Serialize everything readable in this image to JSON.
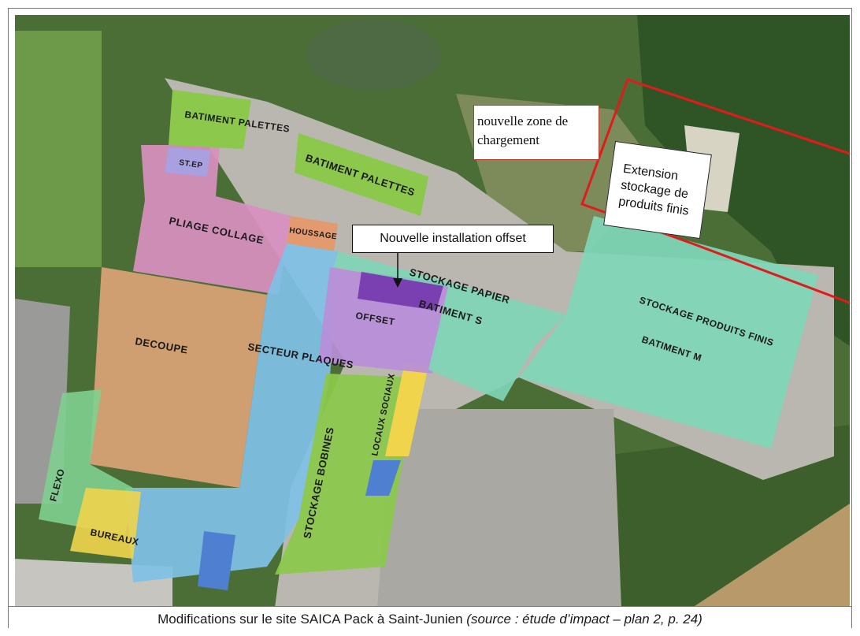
{
  "callouts": {
    "loading_zone": "nouvelle zone de chargement",
    "extension": "Extension stockage de produits finis",
    "offset": "Nouvelle installation offset"
  },
  "zones": {
    "batiment_palettes_1": "BATIMENT PALETTES",
    "step": "ST.EP",
    "batiment_palettes_2": "BATIMENT PALETTES",
    "pliage_collage": "PLIAGE COLLAGE",
    "houssage": "HOUSSAGE",
    "stockage_papier": "STOCKAGE PAPIER",
    "batiment_s": "BATIMENT S",
    "offset": "OFFSET",
    "decoupe": "DECOUPE",
    "secteur_plaques": "SECTEUR PLAQUES",
    "locaux_sociaux": "LOCAUX SOCIAUX",
    "stockage_bobines": "STOCKAGE BOBINES",
    "flexo": "FLEXO",
    "bureaux": "BUREAUX",
    "stockage_produits_finis": "STOCKAGE PRODUITS FINIS",
    "batiment_m": "BATIMENT M"
  },
  "caption": {
    "main": "Modifications sur le site SAICA Pack à Saint-Junien ",
    "source": "(source : étude d’impact – plan 2, p. 24)"
  },
  "colors": {
    "vegetation": "#3f6a2e",
    "forest": "#2b4d22",
    "pink": "#d98fc0",
    "orange": "#d9a176",
    "blue": "#7fc0e6",
    "green": "#8cc84b",
    "teal": "#7fd6b8",
    "purple": "#9b5bc2",
    "yellow": "#f0d44c",
    "red_outline": "#e01b1b"
  }
}
